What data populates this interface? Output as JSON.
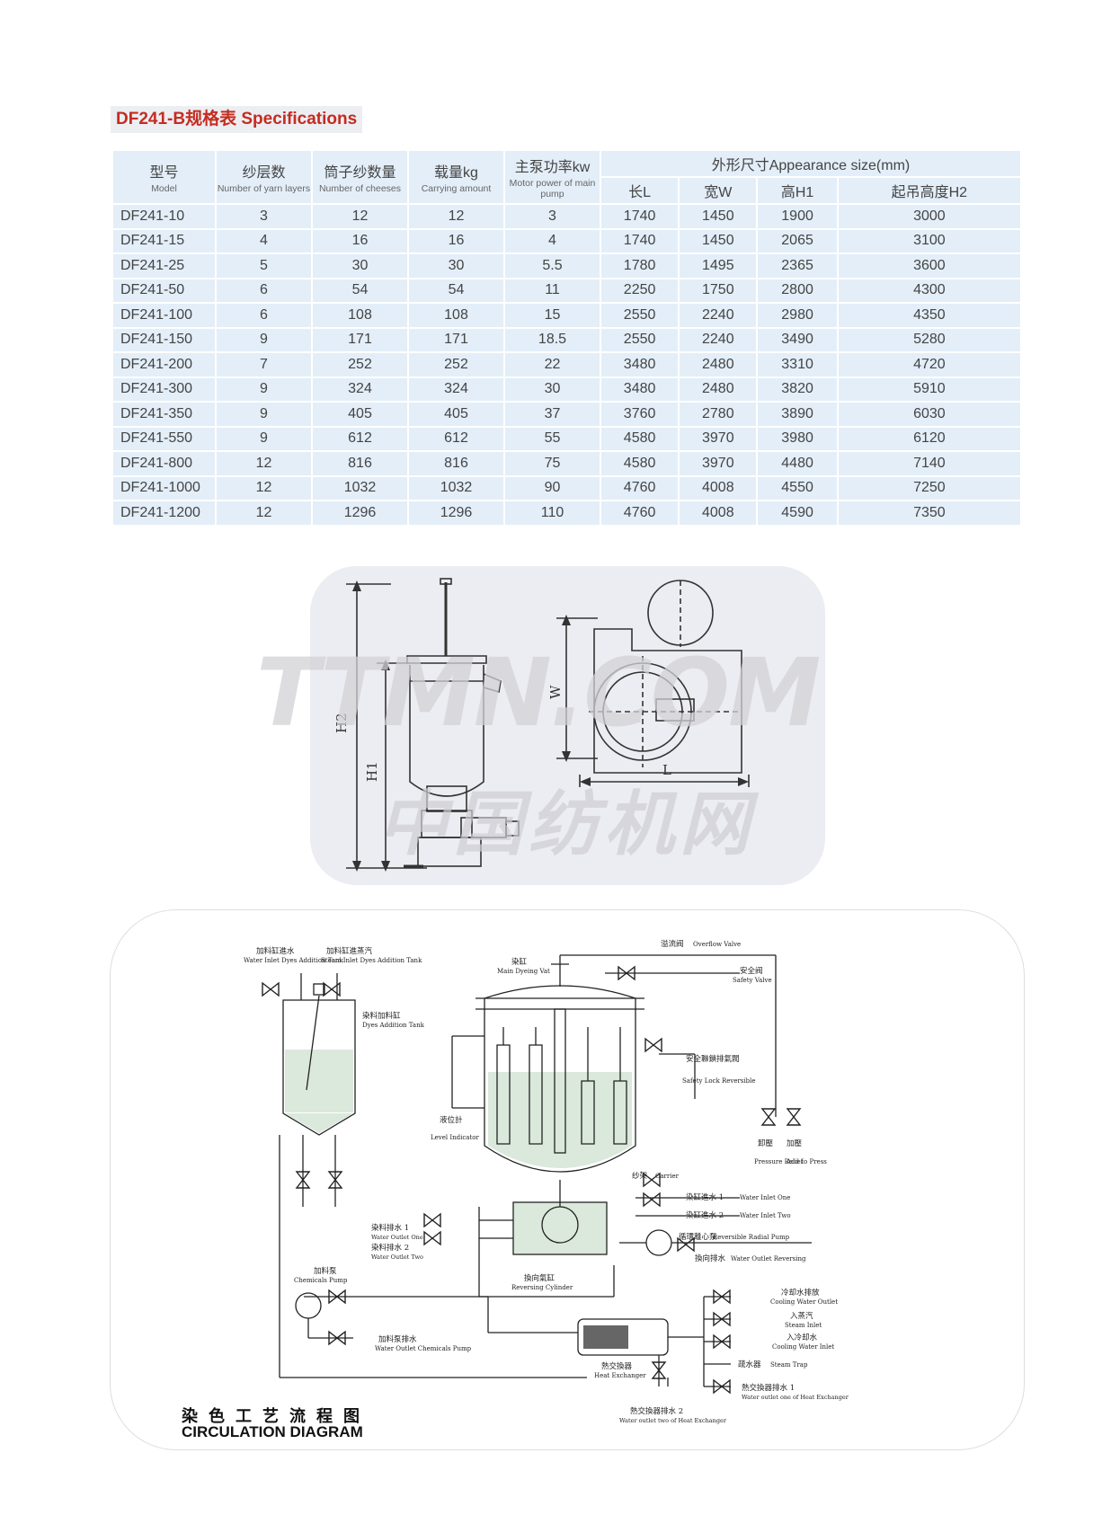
{
  "spec_title": "DF241-B规格表 Specifications",
  "table": {
    "header": {
      "model": {
        "cn": "型号",
        "en": "Model"
      },
      "layers": {
        "cn": "纱层数",
        "en": "Number of yarn layers"
      },
      "cheeses": {
        "cn": "筒子纱数量",
        "en": "Number of cheeses"
      },
      "capacity": {
        "cn": "载量kg",
        "en": "Carrying amount"
      },
      "power": {
        "cn": "主泵功率kw",
        "en": "Motor power of main pump"
      },
      "size": {
        "cn": "外形尺寸Appearance size(mm)"
      },
      "length": "长L",
      "width": "宽W",
      "height": "高H1",
      "lift": "起吊高度H2"
    },
    "rows": [
      [
        "DF241-10",
        "3",
        "12",
        "12",
        "3",
        "1740",
        "1450",
        "1900",
        "3000"
      ],
      [
        "DF241-15",
        "4",
        "16",
        "16",
        "4",
        "1740",
        "1450",
        "2065",
        "3100"
      ],
      [
        "DF241-25",
        "5",
        "30",
        "30",
        "5.5",
        "1780",
        "1495",
        "2365",
        "3600"
      ],
      [
        "DF241-50",
        "6",
        "54",
        "54",
        "11",
        "2250",
        "1750",
        "2800",
        "4300"
      ],
      [
        "DF241-100",
        "6",
        "108",
        "108",
        "15",
        "2550",
        "2240",
        "2980",
        "4350"
      ],
      [
        "DF241-150",
        "9",
        "171",
        "171",
        "18.5",
        "2550",
        "2240",
        "3490",
        "5280"
      ],
      [
        "DF241-200",
        "7",
        "252",
        "252",
        "22",
        "3480",
        "2480",
        "3310",
        "4720"
      ],
      [
        "DF241-300",
        "9",
        "324",
        "324",
        "30",
        "3480",
        "2480",
        "3820",
        "5910"
      ],
      [
        "DF241-350",
        "9",
        "405",
        "405",
        "37",
        "3760",
        "2780",
        "3890",
        "6030"
      ],
      [
        "DF241-550",
        "9",
        "612",
        "612",
        "55",
        "4580",
        "3970",
        "3980",
        "6120"
      ],
      [
        "DF241-800",
        "12",
        "816",
        "816",
        "75",
        "4580",
        "3970",
        "4480",
        "7140"
      ],
      [
        "DF241-1000",
        "12",
        "1032",
        "1032",
        "90",
        "4760",
        "4008",
        "4550",
        "7250"
      ],
      [
        "DF241-1200",
        "12",
        "1296",
        "1296",
        "110",
        "4760",
        "4008",
        "4590",
        "7350"
      ]
    ]
  },
  "dimension_labels": {
    "h2": "H2",
    "h1": "H1",
    "w": "W",
    "l": "L"
  },
  "watermark": {
    "line1": "TTMN.COM",
    "line2": "中国纺机网"
  },
  "diagram_labels": {
    "water_inlet_dyes": {
      "cn": "加料缸進水",
      "en": "Water Inlet Dyes Addition Tank"
    },
    "steam_inlet_dyes": {
      "cn": "加料缸進蒸汽",
      "en": "Steam Inlet Dyes Addition Tank"
    },
    "dyes_tank": {
      "cn": "染料加料缸",
      "en": "Dyes Addition Tank"
    },
    "main_vat": {
      "cn": "染缸",
      "en": "Main Dyeing Vat"
    },
    "overflow": {
      "cn": "溢流阀",
      "en": "Overflow Valve"
    },
    "safety": {
      "cn": "安全阀",
      "en": "Safety Valve"
    },
    "safety_lock": {
      "cn": "安全聯鎖排氣閥",
      "en": "Safety Lock Reversible"
    },
    "level": {
      "cn": "液位計",
      "en": "Level Indicator"
    },
    "pressure_relief": {
      "cn": "卸壓",
      "en": "Pressure Relief"
    },
    "add_press": {
      "cn": "加壓",
      "en": "Add to Press"
    },
    "carrier": {
      "cn": "纱架",
      "en": "Carrier"
    },
    "inlet_one": {
      "cn": "染缸進水 1",
      "en": "Water Inlet One"
    },
    "inlet_two": {
      "cn": "染缸進水 2",
      "en": "Water Inlet Two"
    },
    "radial_pump": {
      "cn": "循環離心泵",
      "en": "Reversible Radial Pump"
    },
    "outlet_reversing": {
      "cn": "換向排水",
      "en": "Water Outlet Reversing"
    },
    "dye_outlet_one": {
      "cn": "染料排水 1",
      "en": "Water Outlet One"
    },
    "dye_outlet_two": {
      "cn": "染料排水 2",
      "en": "Water Outlet Two"
    },
    "reversing_cylinder": {
      "cn": "換向氣缸",
      "en": "Reversing Cylinder"
    },
    "chem_pump": {
      "cn": "加料泵",
      "en": "Chemicals Pump"
    },
    "chem_outlet": {
      "cn": "加料泵排水",
      "en": "Water Outlet Chemicals Pump"
    },
    "heat_exchanger": {
      "cn": "熱交換器",
      "en": "Heat Exchanger"
    },
    "hx_outlet_two": {
      "cn": "熱交換器排水 2",
      "en": "Water outlet two of Heat Exchanger"
    },
    "cooling_outlet": {
      "cn": "冷却水排放",
      "en": "Cooling Water Outlet"
    },
    "steam_inlet": {
      "cn": "入蒸汽",
      "en": "Steam Inlet"
    },
    "cooling_inlet": {
      "cn": "入冷却水",
      "en": "Cooling Water Inlet"
    },
    "steam_trap": {
      "cn": "疏水器",
      "en": "Steam Trap"
    },
    "hx_outlet_one": {
      "cn": "熱交換器排水 1",
      "en": "Water outlet one of Heat Exchanger"
    }
  },
  "caption": {
    "cn": "染色工艺流程图",
    "en": "CIRCULATION DIAGRAM"
  }
}
